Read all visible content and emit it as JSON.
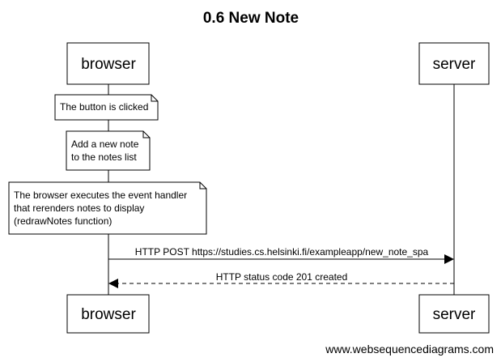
{
  "diagram": {
    "title": "0.6 New Note",
    "participants": {
      "browser": "browser",
      "server": "server"
    },
    "notes": [
      {
        "lines": [
          "The button is clicked"
        ]
      },
      {
        "lines": [
          "Add a new note",
          "to the notes list"
        ]
      },
      {
        "lines": [
          "The browser executes the event handler",
          "that rerenders notes to display",
          "(redrawNotes function)"
        ]
      }
    ],
    "messages": [
      {
        "from": "browser",
        "to": "server",
        "label": "HTTP POST https://studies.cs.helsinki.fi/exampleapp/new_note_spa",
        "style": "solid"
      },
      {
        "from": "server",
        "to": "browser",
        "label": "HTTP status code 201 created",
        "style": "dashed"
      }
    ],
    "footer": "www.websequencediagrams.com"
  }
}
